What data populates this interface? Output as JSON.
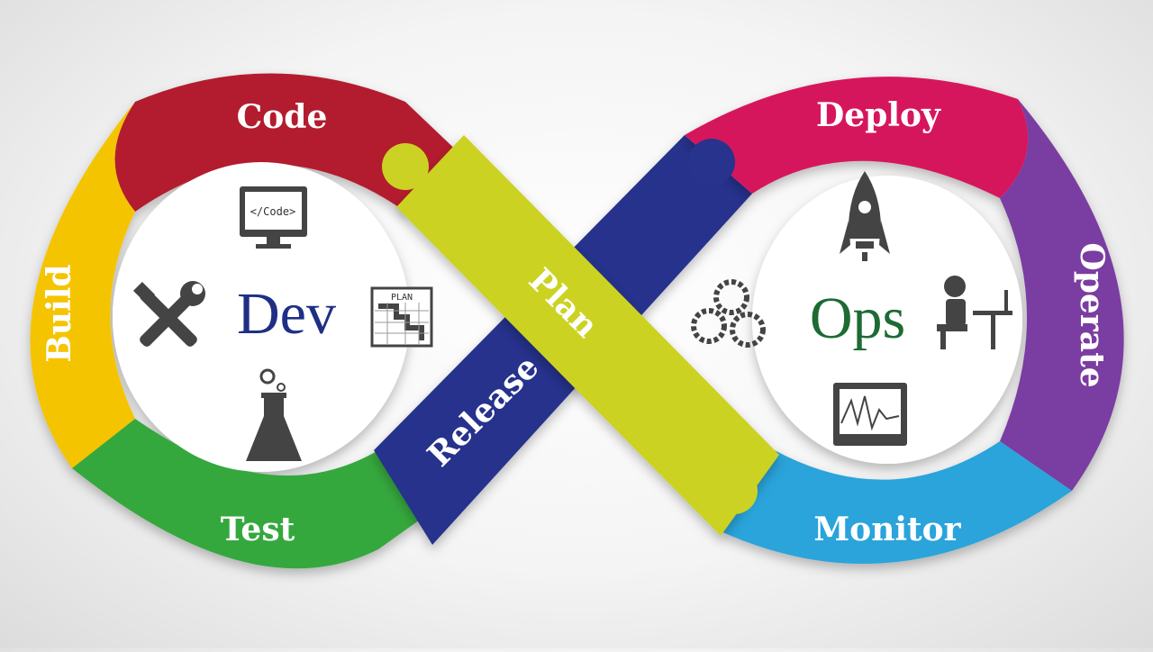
{
  "colors": {
    "code": "#b31b2e",
    "build": "#f5c400",
    "test": "#36a83e",
    "release": "#27338c",
    "plan": "#cbd223",
    "deploy": "#d6185b",
    "operate": "#7a3ea1",
    "monitor": "#2aa4da",
    "dev_text": "#1e2f85",
    "ops_text": "#1d6b34",
    "icon": "#444444"
  },
  "dev": {
    "title": "Dev",
    "segments": {
      "code": "Code",
      "build": "Build",
      "test": "Test"
    }
  },
  "ops": {
    "title": "Ops",
    "segments": {
      "deploy": "Deploy",
      "operate": "Operate",
      "monitor": "Monitor"
    }
  },
  "bands": {
    "plan": "Plan",
    "release": "Release"
  },
  "icons": {
    "monitor_screen_text": "</Code>",
    "plan_board_text": "PLAN",
    "names": [
      "code-monitor-icon",
      "tools-icon",
      "plan-board-icon",
      "flask-icon",
      "rocket-icon",
      "gears-icon",
      "person-desk-icon",
      "analytics-monitor-icon"
    ]
  }
}
